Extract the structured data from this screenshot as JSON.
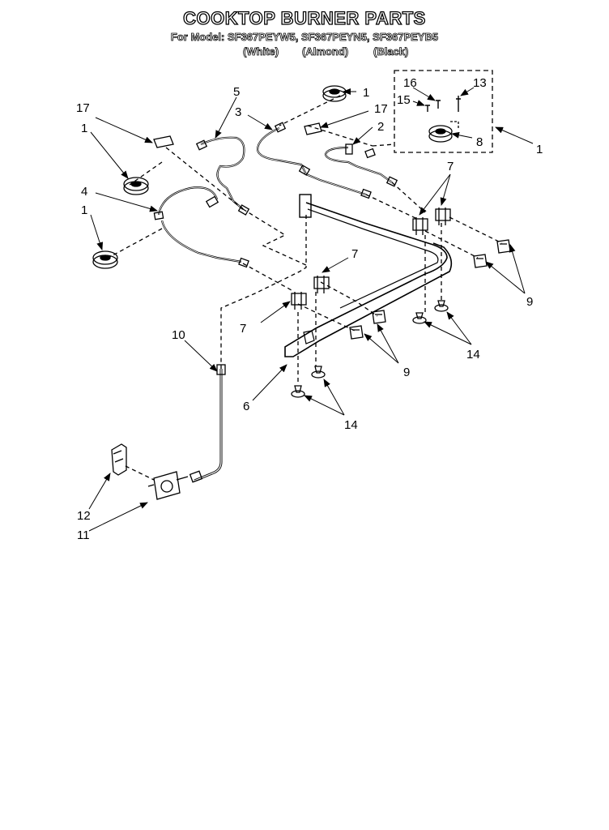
{
  "header": {
    "title": "COOKTOP BURNER PARTS",
    "model_line": "For Model: SF367PEYW5, SF367PEYN5, SF367PEYB5",
    "colors": [
      "(White)",
      "(Almond)",
      "(Black)"
    ]
  },
  "callouts": {
    "c1_top": "1",
    "c1_left_upper": "1",
    "c1_left_lower": "1",
    "c1_right": "1",
    "c2": "2",
    "c3": "3",
    "c4": "4",
    "c5": "5",
    "c6": "6",
    "c7_right": "7",
    "c7_center": "7",
    "c7_left": "7",
    "c8": "8",
    "c9_right": "9",
    "c9_center": "9",
    "c10": "10",
    "c11": "11",
    "c12": "12",
    "c13": "13",
    "c14_right": "14",
    "c14_center": "14",
    "c15": "15",
    "c16": "16",
    "c17_left": "17",
    "c17_center": "17"
  }
}
